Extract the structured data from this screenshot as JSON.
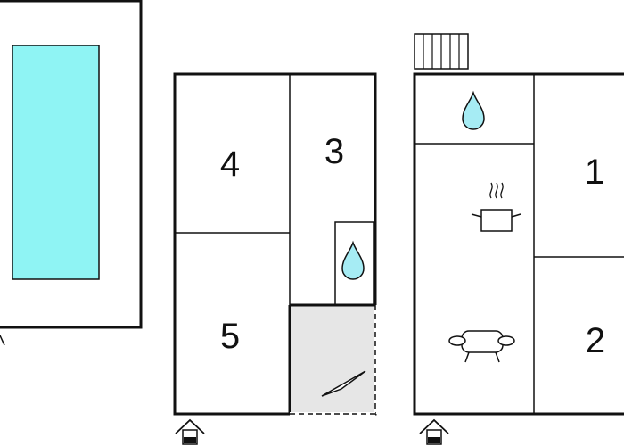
{
  "colors": {
    "wall": "#111111",
    "pool_water": "#8ff4f4",
    "water_drop": "#a6ecf4",
    "terrace_fill": "#e6e6e6",
    "background": "#ffffff"
  },
  "buildings": [
    {
      "name": "pool-area",
      "rooms": [],
      "icons": [
        "pool"
      ]
    },
    {
      "name": "building-left",
      "rooms": [
        {
          "number": "4"
        },
        {
          "number": "3"
        },
        {
          "number": "5"
        }
      ],
      "icons": [
        "water-drop-icon",
        "terrace-area",
        "entrance-icon"
      ]
    },
    {
      "name": "building-right",
      "rooms": [
        {
          "number": "1"
        },
        {
          "number": "2"
        }
      ],
      "icons": [
        "radiator-icon",
        "water-drop-icon",
        "cooking-pot-icon",
        "sofa-icon",
        "entrance-icon"
      ]
    }
  ]
}
